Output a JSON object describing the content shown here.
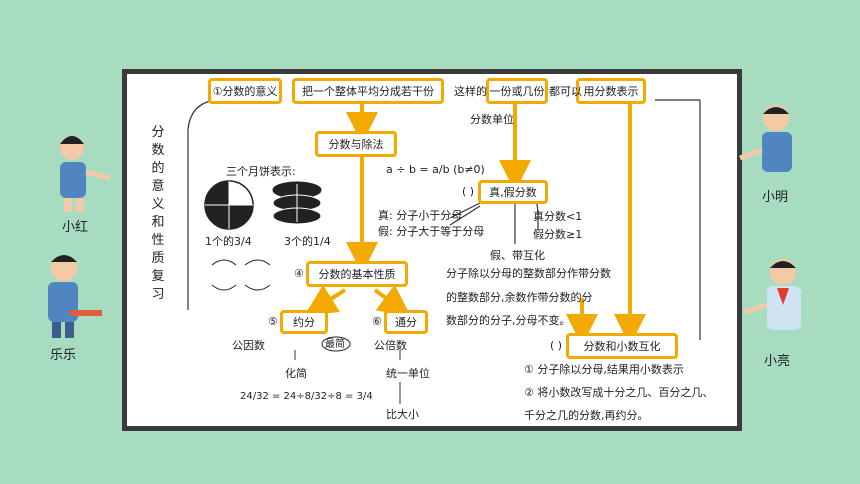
{
  "colors": {
    "background": "#a7dcc0",
    "highlight": "#f2a900",
    "ink": "#222222"
  },
  "side_title": "分数的意义和性质复习",
  "characters": {
    "left_top": "小红",
    "left_bottom": "乐乐",
    "right_top": "小明",
    "right_bottom": "小亮"
  },
  "boxes": {
    "meaning": "①分数的意义",
    "definition": "把一个整体平均分成若干份",
    "one_or_several": "一份或几份",
    "fraction_repr": "用分数表示",
    "division": "分数与除法",
    "proper_improper": "真,假分数",
    "basic_property": "分数的基本性质",
    "reduce": "约分",
    "common_denom": "通分",
    "decimal_convert": "分数和小数互化"
  },
  "notes": {
    "like_this": "这样的",
    "can_use": "都可以",
    "unit_fraction": "分数单位",
    "formula": "a ÷ b = a/b (b≠0)",
    "pizza_caption": "三个月饼表示:",
    "one_pizza": "1个的3/4",
    "three_pizza": "3个的1/4",
    "proper_def": "真: 分子小于分母",
    "improper_def": "假: 分子大于等于分母",
    "proper_lt1": "真分数<1",
    "improper_ge1": "假分数≥1",
    "mixed_convert": "假、带互化",
    "mixed_rule_1": "分子除以分母的整数部分作带分数",
    "mixed_rule_2": "的整数部分,余数作带分数的分",
    "mixed_rule_3": "数部分的分子,分母不变。",
    "gcd": "公因数",
    "lcm": "公倍数",
    "simplest": "最简",
    "simplify": "化简",
    "unify_unit": "统一单位",
    "compare": "比大小",
    "reduce_eq": "24/32 = 24÷8/32÷8 = 3/4",
    "circle_4": "④",
    "circle_5": "⑤",
    "circle_6": "⑥",
    "circle_3": "(  )",
    "circle_7": "(  )",
    "conv_1": "① 分子除以分母,结果用小数表示",
    "conv_2": "② 将小数改写成十分之几、百分之几、",
    "conv_3": "千分之几的分数,再约分。"
  }
}
